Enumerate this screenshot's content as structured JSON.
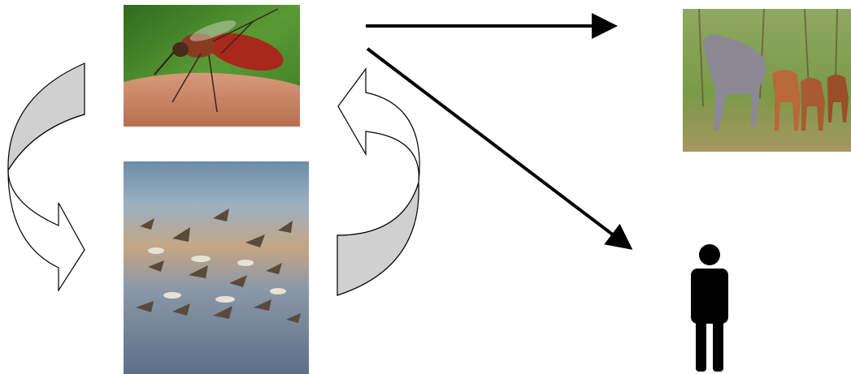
{
  "diagram": {
    "nodes": [
      {
        "id": "mosquito",
        "icon": "mosquito-photo"
      },
      {
        "id": "birds",
        "icon": "birds-photo"
      },
      {
        "id": "horses",
        "icon": "horses-photo"
      },
      {
        "id": "human",
        "icon": "human-silhouette-icon"
      }
    ],
    "edges": [
      {
        "from": "mosquito",
        "to": "birds",
        "style": "curved-block-arrow"
      },
      {
        "from": "birds",
        "to": "mosquito",
        "style": "curved-block-arrow"
      },
      {
        "from": "mosquito",
        "to": "horses",
        "style": "line-arrow"
      },
      {
        "from": "mosquito",
        "to": "human",
        "style": "line-arrow"
      }
    ],
    "colors": {
      "arrow_fill": "#d0d0d0",
      "arrow_stroke": "#000000",
      "line_arrow": "#000000"
    }
  }
}
